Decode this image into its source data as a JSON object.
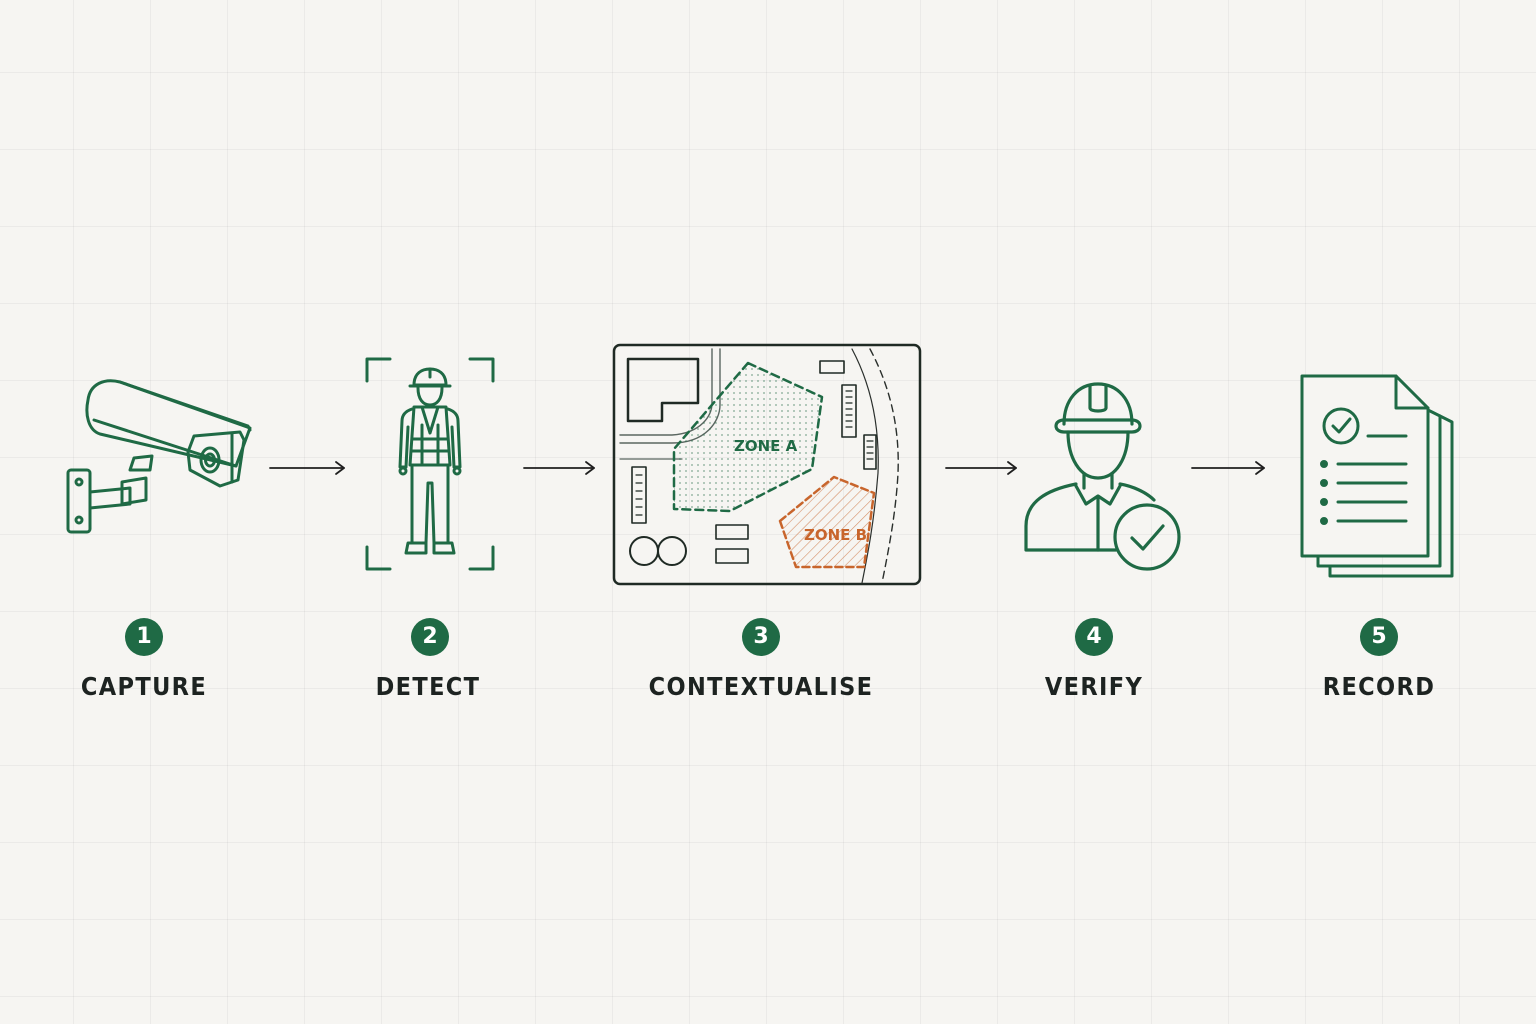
{
  "colors": {
    "primary_green": "#1f6a45",
    "accent_orange": "#c8652c",
    "label_text": "#1d2321",
    "background": "#f6f5f2",
    "arrow": "#1f1f1f"
  },
  "steps": [
    {
      "number": "1",
      "label": "CAPTURE",
      "icon": "cctv-camera-icon"
    },
    {
      "number": "2",
      "label": "DETECT",
      "icon": "detected-worker-icon"
    },
    {
      "number": "3",
      "label": "CONTEXTUALISE",
      "icon": "site-map-icon"
    },
    {
      "number": "4",
      "label": "VERIFY",
      "icon": "verified-worker-icon"
    },
    {
      "number": "5",
      "label": "RECORD",
      "icon": "documents-icon"
    }
  ],
  "site_map": {
    "zone_a_label": "ZONE A",
    "zone_b_label": "ZONE B"
  }
}
